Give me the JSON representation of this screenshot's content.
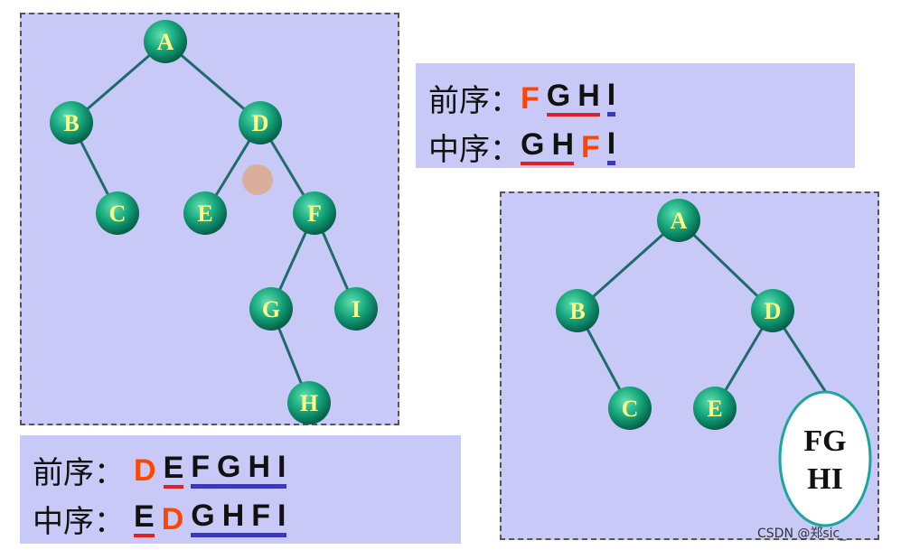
{
  "left_tree": {
    "nodes": [
      "A",
      "B",
      "D",
      "C",
      "E",
      "F",
      "G",
      "I",
      "H"
    ]
  },
  "right_tree": {
    "nodes": [
      "A",
      "B",
      "D",
      "C",
      "E"
    ],
    "subtree_line1": "FG",
    "subtree_line2": "HI"
  },
  "top_box": {
    "preorder_label": "前序：",
    "inorder_label": "中序：",
    "preorder": [
      "F",
      "G",
      "H",
      "I"
    ],
    "inorder": [
      "G",
      "H",
      "F",
      "I"
    ]
  },
  "bottom_box": {
    "preorder_label": "前序：",
    "inorder_label": "中序：",
    "preorder": [
      "D",
      "E",
      "F",
      "G",
      "H",
      "I"
    ],
    "inorder": [
      "E",
      "D",
      "G",
      "H",
      "F",
      "I"
    ]
  },
  "watermark": "CSDN @郑sic_",
  "colors": {
    "panel": "#c9c9f7",
    "node": "#12a67a",
    "edge": "#1f6b6b",
    "root_highlight": "#ff4500",
    "left_underline": "#d22222",
    "right_underline": "#3a3ab8"
  }
}
